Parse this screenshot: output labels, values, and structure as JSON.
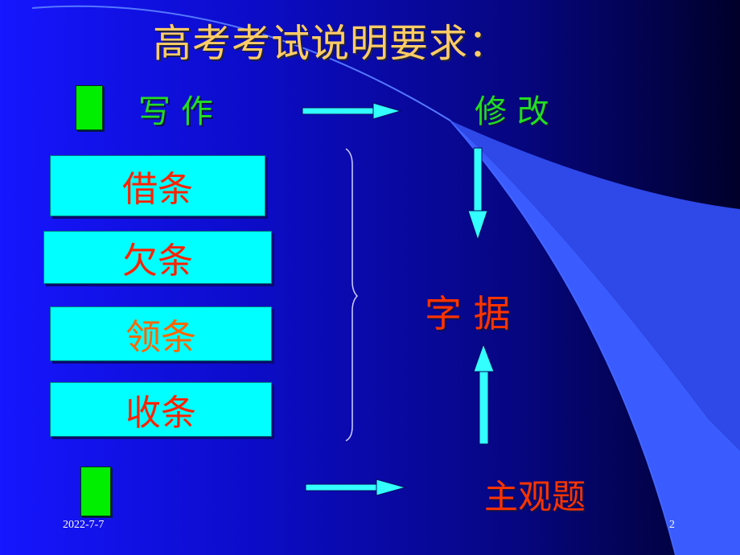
{
  "slide": {
    "title": "高考考试说明要求：",
    "row1": {
      "left": "写   作",
      "right": "修      改"
    },
    "boxes": [
      "借条",
      "欠条",
      "领条",
      "收条"
    ],
    "center": "字   据",
    "bottom_right": "主观题",
    "footer_date": "2022-7-7",
    "page_number": "2"
  },
  "colors": {
    "title": "#ffcc66",
    "green_text": "#22dd22",
    "red_text": "#ff3300",
    "box_fill": "#00ffff",
    "bullet": "#00ee00",
    "arrow": "#33ffff"
  }
}
